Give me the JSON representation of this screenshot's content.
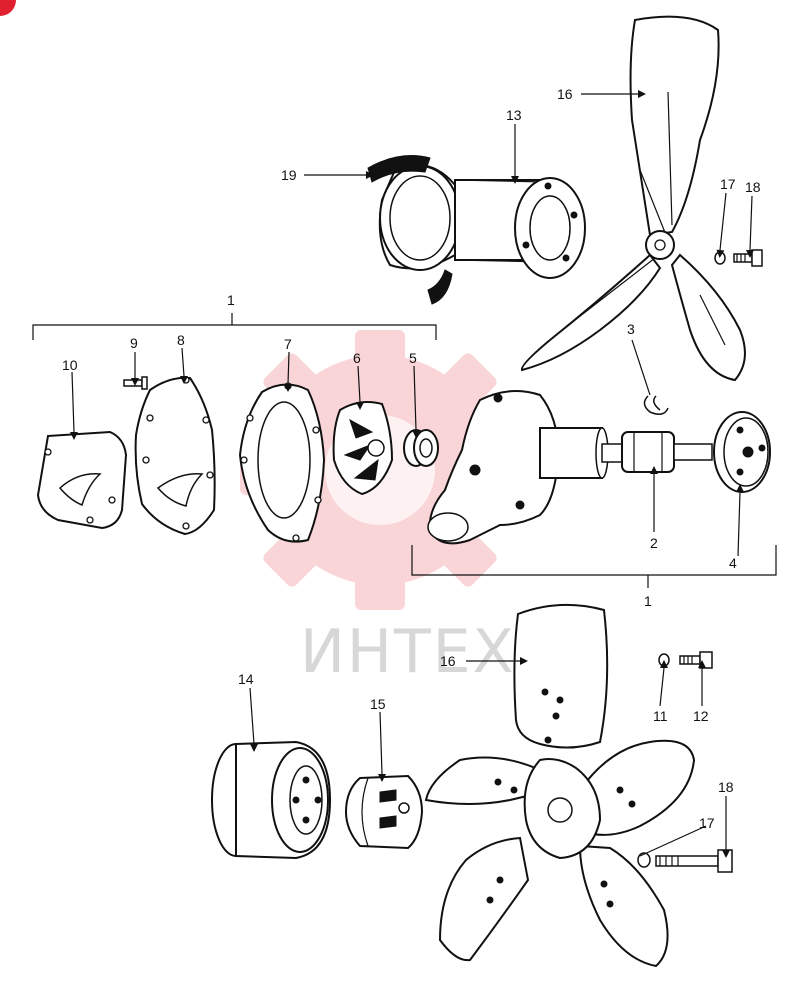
{
  "watermark": {
    "text": "ИНТЕХ",
    "color": "#f5b3b8"
  },
  "labels": {
    "assembly_top": "1",
    "assembly_bottom": "1",
    "thermostat_clip": "3",
    "p2": "2",
    "p4": "4",
    "p5": "5",
    "p6": "6",
    "p7": "7",
    "p8": "8",
    "p9": "9",
    "p10": "10",
    "p11": "11",
    "p12": "12",
    "p13": "13",
    "p14": "14",
    "p15": "15",
    "p16_top": "16",
    "p16_bottom": "16",
    "p17_top": "17",
    "p17_bottom": "17",
    "p18_top": "18",
    "p18_bottom": "18",
    "p19": "19"
  }
}
